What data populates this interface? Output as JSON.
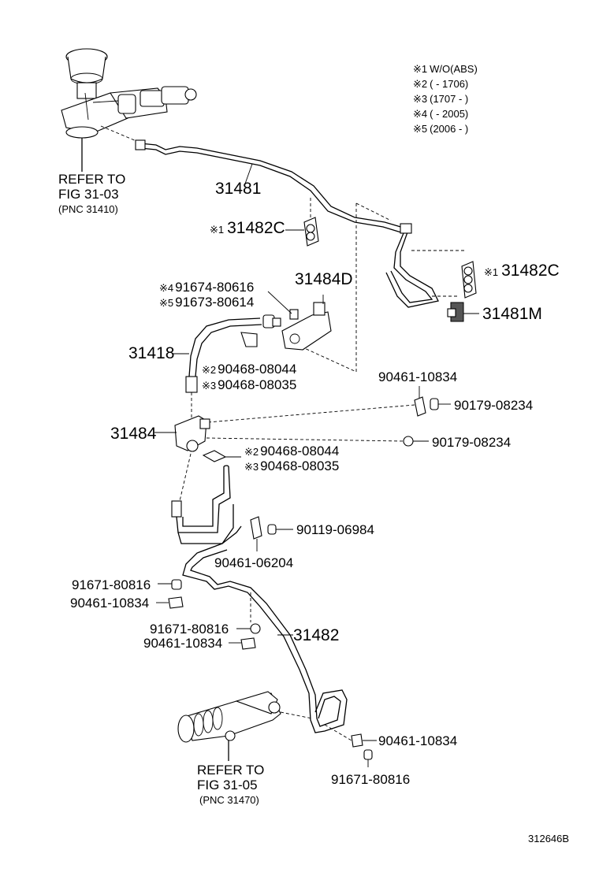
{
  "notes": [
    {
      "mark": "※1",
      "text": "W/O(ABS)"
    },
    {
      "mark": "※2",
      "text": "(       ‐ 1706)"
    },
    {
      "mark": "※3",
      "text": "(1707 ‐       )"
    },
    {
      "mark": "※4",
      "text": "(       ‐ 2005)"
    },
    {
      "mark": "※5",
      "text": "(2006 ‐       )"
    }
  ],
  "refs": {
    "top": {
      "line1": "REFER TO",
      "line2": "FIG 31-03",
      "line3": "(PNC 31410)"
    },
    "bottom": {
      "line1": "REFER TO",
      "line2": "FIG 31-05",
      "line3": "(PNC 31470)"
    }
  },
  "parts": {
    "p31481": "31481",
    "p31482c_left": {
      "mark": "※1",
      "num": "31482C"
    },
    "p31482c_right": {
      "mark": "※1",
      "num": "31482C"
    },
    "p31481m": "31481M",
    "p31484d": "31484D",
    "p91674": {
      "mark": "※4",
      "num": "91674-80616"
    },
    "p91673": {
      "mark": "※5",
      "num": "91673-80614"
    },
    "p31418": "31418",
    "p90468_a_044": {
      "mark": "※2",
      "num": "90468-08044"
    },
    "p90468_a_035": {
      "mark": "※3",
      "num": "90468-08035"
    },
    "p90461_top": "90461-10834",
    "p90179_a": "90179-08234",
    "p31484": "31484",
    "p90179_b": "90179-08234",
    "p90468_b_044": {
      "mark": "※2",
      "num": "90468-08044"
    },
    "p90468_b_035": {
      "mark": "※3",
      "num": "90468-08035"
    },
    "p90119": "90119-06984",
    "p90461_06204": "90461-06204",
    "p91671_a": "91671-80816",
    "p90461_a": "90461-10834",
    "p91671_b": "91671-80816",
    "p90461_b": "90461-10834",
    "p31482": "31482",
    "p90461_c": "90461-10834",
    "p91671_c": "91671-80816"
  },
  "figure_id": "312646B"
}
